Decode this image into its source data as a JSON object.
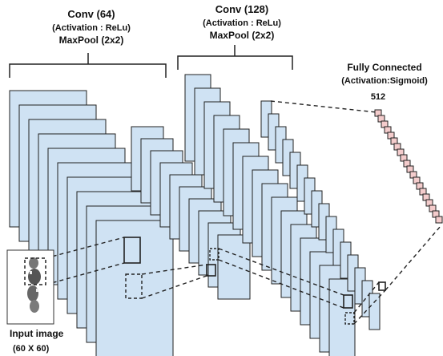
{
  "conv1": {
    "title": "Conv (64)",
    "activation": "(Activation : ReLu)",
    "pool": "MaxPool (2x2)"
  },
  "conv2": {
    "title": "Conv (128)",
    "activation": "(Activation : ReLu)",
    "pool": "MaxPool (2x2)"
  },
  "fc": {
    "title": "Fully Connected",
    "activation": "(Activation:Sigmoid)",
    "units": "512"
  },
  "input": {
    "title": "Input image",
    "size": "(60 X 60)"
  },
  "colors": {
    "feature_map_fill": "#cfe2f3",
    "fc_fill": "#f4cccc",
    "stroke": "#222222"
  }
}
